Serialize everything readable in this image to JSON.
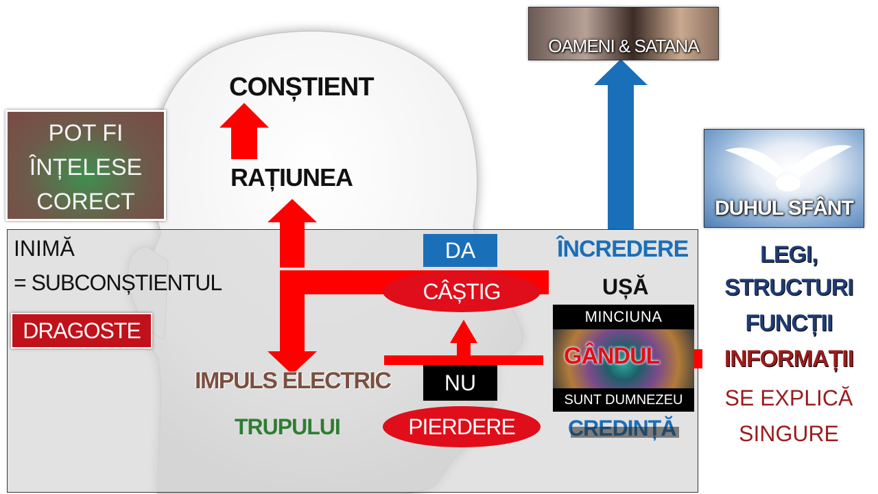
{
  "head": {
    "constient": "CONȘTIENT",
    "ratiunea": "RAȚIUNEA"
  },
  "understood_box": {
    "lines": [
      "POT FI",
      "ÎNȚELESE",
      "CORECT"
    ]
  },
  "heart": {
    "title_line1": "INIMĂ",
    "title_line2": "= SUBCONȘTIENTUL",
    "love": "DRAGOSTE",
    "impulse": "IMPULS ELECTRIC",
    "body": "TRUPULUI"
  },
  "decision": {
    "yes": "DA",
    "gain": "CÂȘTIG",
    "no": "NU",
    "loss": "PIERDERE"
  },
  "door": {
    "trust": "ÎNCREDERE",
    "door": "UȘĂ",
    "lie": "MINCIUNA",
    "thought": "GÂNDUL",
    "claim": "SUNT DUMNEZEU",
    "faith": "CREDINȚĂ"
  },
  "sources": {
    "people": "OAMENI & SATANA",
    "spirit": "DUHUL SFÂNT"
  },
  "right_text": {
    "laws": "LEGI,",
    "structures": "STRUCTURI",
    "functions": "FUNCȚII",
    "information": "INFORMAȚII",
    "explain1": "SE EXPLICĂ",
    "explain2": "SINGURE"
  },
  "colors": {
    "red": "#e00e1a",
    "blue": "#1a6fb9",
    "navy": "#1f3b73",
    "dark_red": "#9b1c1c",
    "brown": "#7a5040",
    "green": "#2e7d32"
  }
}
